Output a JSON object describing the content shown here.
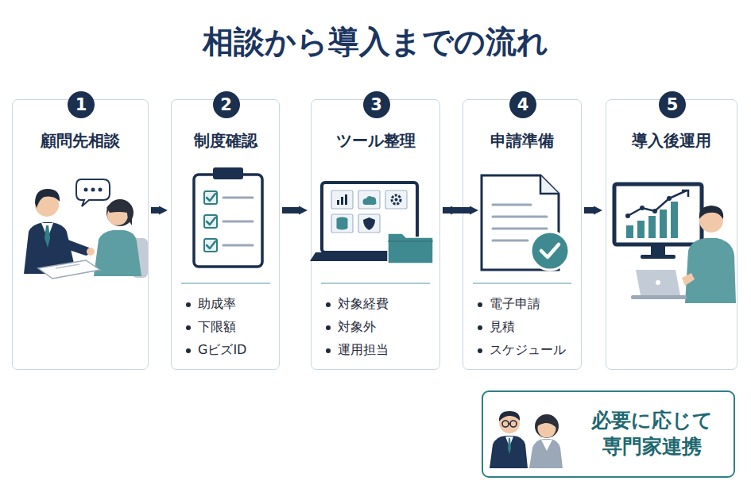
{
  "diagram": {
    "title": "相談から導入までの流れ",
    "nodes": [
      {
        "text": [
          "顧問先相談"
        ]
      },
      {
        "text": [
          "1"
        ],
        "in": 0
      },
      {
        "text": [
          "制度確認",
          "助成率",
          "下限額",
          "GビズID"
        ]
      },
      {
        "text": [
          "2"
        ],
        "in": 2
      },
      {
        "text": [
          "ツール整理",
          "対象経費",
          "対象外",
          "運用担当"
        ]
      },
      {
        "text": [
          "3"
        ],
        "in": 4
      },
      {
        "text": [
          "申請準備",
          "電子申請",
          "見積",
          "スケジュール"
        ]
      },
      {
        "text": [
          "4"
        ],
        "in": 6
      },
      {
        "text": [
          "導入後運用"
        ]
      },
      {
        "text": [
          "5"
        ],
        "in": 8
      },
      {
        "text": [
          "必要に応じて 専門家連携"
        ]
      }
    ],
    "edges": [
      {
        "from": 0,
        "to": 2,
        "arrow": "to"
      },
      {
        "from": 2,
        "to": 4,
        "arrow": "to"
      },
      {
        "from": 4,
        "to": 6,
        "arrow": "to"
      },
      {
        "from": 6,
        "to": 8,
        "arrow": "to"
      },
      {
        "from": 4,
        "to": 10,
        "arrow": "to"
      }
    ]
  }
}
